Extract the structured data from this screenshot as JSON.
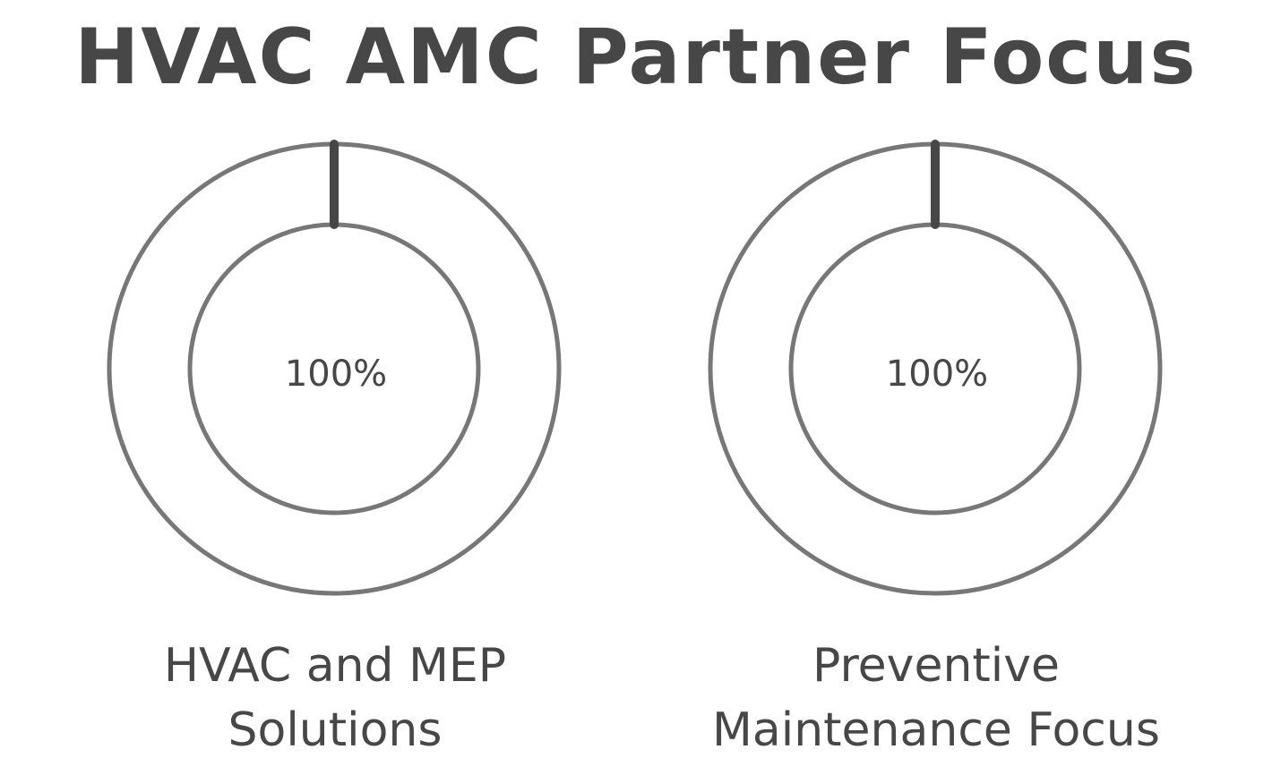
{
  "title": "HVAC AMC Partner Focus",
  "colors": {
    "text": "#474747",
    "ring": "#777777",
    "marker": "#474747",
    "background": "#ffffff"
  },
  "gauges": [
    {
      "label_line1": "HVAC and MEP",
      "label_line2": "Solutions",
      "value_text": "100%"
    },
    {
      "label_line1": "Preventive",
      "label_line2": "Maintenance Focus",
      "value_text": "100%"
    }
  ],
  "chart_data": [
    {
      "type": "pie",
      "title": "HVAC AMC Partner Focus",
      "categories": [
        "HVAC and MEP Solutions"
      ],
      "values": [
        100
      ],
      "center_label": "100%",
      "style": "donut"
    },
    {
      "type": "pie",
      "title": "HVAC AMC Partner Focus",
      "categories": [
        "Preventive Maintenance Focus"
      ],
      "values": [
        100
      ],
      "center_label": "100%",
      "style": "donut"
    }
  ]
}
